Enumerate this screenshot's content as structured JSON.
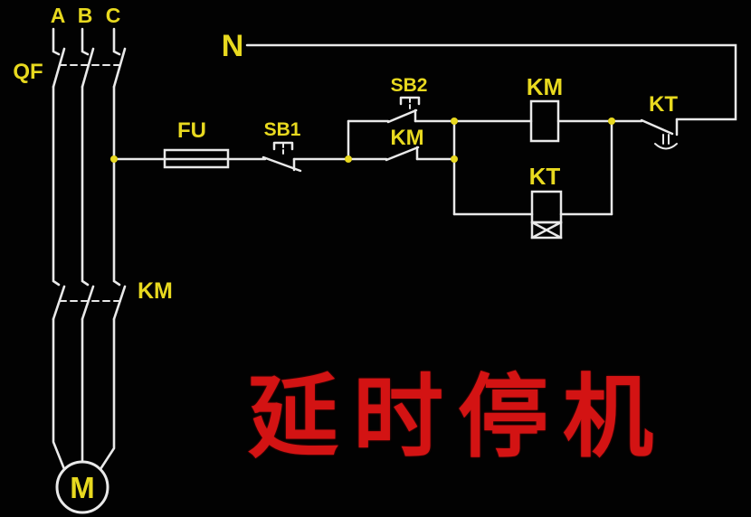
{
  "colors": {
    "background": "#020202",
    "wire": "#e9e9e9",
    "label_yellow": "#e8d91f",
    "junction_dot_yellow": "#e8d81f",
    "caption_red": "#d31313"
  },
  "power_circuit": {
    "phase_labels": [
      "A",
      "B",
      "C"
    ],
    "breaker_label": "QF",
    "contactor_main_label": "KM",
    "motor_label": "M"
  },
  "control_circuit": {
    "neutral_label": "N",
    "fuse_label": "FU",
    "stop_button_label": "SB1",
    "start_button_label": "SB2",
    "km_self_hold_contact_label": "KM",
    "km_coil_label": "KM",
    "kt_coil_label": "KT",
    "kt_delay_contact_label": "KT"
  },
  "caption": "延时停机"
}
